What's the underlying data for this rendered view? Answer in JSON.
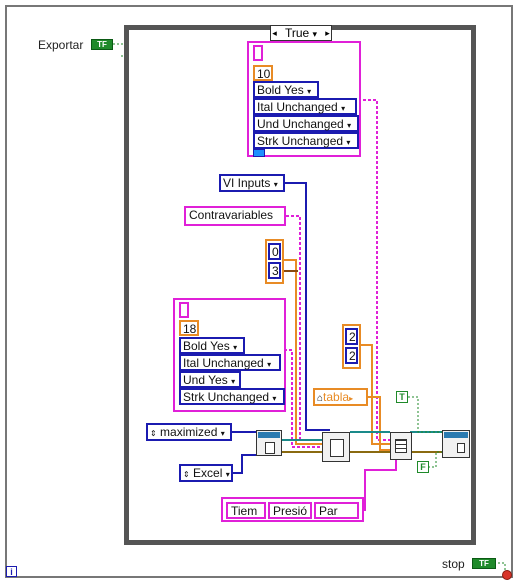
{
  "controls": {
    "exportar_label": "Exportar",
    "exportar_bool": "TF",
    "stop_label": "stop",
    "stop_bool": "TF",
    "iter_label": "i"
  },
  "case_selector": {
    "value": "True"
  },
  "top_cluster": {
    "size": "10",
    "bold": "Bold Yes",
    "ital": "Ital Unchanged",
    "und": "Und Unchanged",
    "strk": "Strk Unchanged"
  },
  "mid_cluster": {
    "size": "18",
    "bold": "Bold Yes",
    "ital": "Ital Unchanged",
    "und": "Und Yes",
    "strk": "Strk Unchanged"
  },
  "constants": {
    "vi_inputs": "VI Inputs",
    "contravariables": "Contravariables",
    "num_a1": "0",
    "num_a2": "3",
    "num_b1": "2",
    "num_b2": "2",
    "tabla": "tabla",
    "bool_t": "T",
    "bool_f": "F",
    "maximized": "maximized",
    "excel": "Excel"
  },
  "headers": [
    "Tiem",
    "Presió",
    "Par"
  ],
  "colors": {
    "pink": "#e020d8",
    "blue": "#1b1bb0",
    "orange": "#e88b25",
    "green": "#1f8a2a",
    "teal": "#1a8a8a"
  }
}
